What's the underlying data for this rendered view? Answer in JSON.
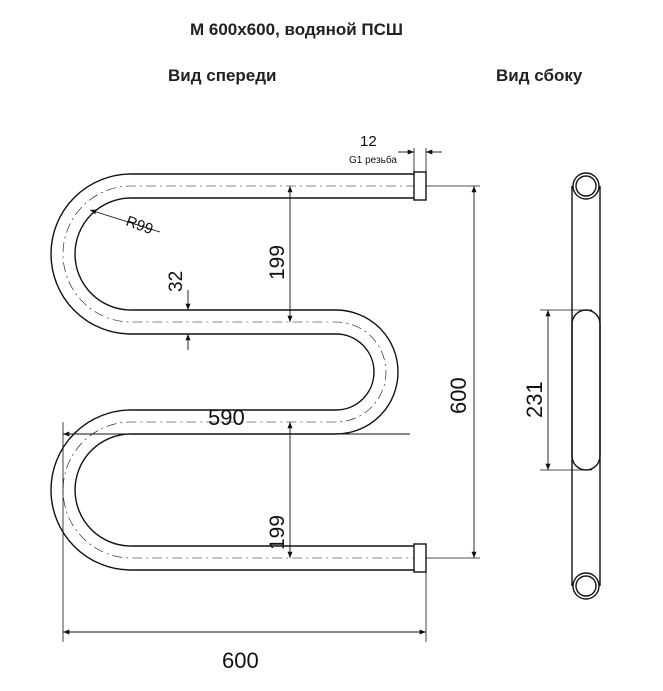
{
  "header": {
    "title": "М 600x600, водяной ПСШ",
    "front_view_label": "Вид спереди",
    "side_view_label": "Вид сбоку"
  },
  "dimensions": {
    "pipe_end_length": "12",
    "thread": "G1 резьба",
    "bend_radius": "R99",
    "tube_gap": "32",
    "upper_loop_height": "199",
    "lower_loop_height": "199",
    "inner_width": "590",
    "total_height": "600",
    "total_width": "600",
    "side_flat_height": "231"
  }
}
